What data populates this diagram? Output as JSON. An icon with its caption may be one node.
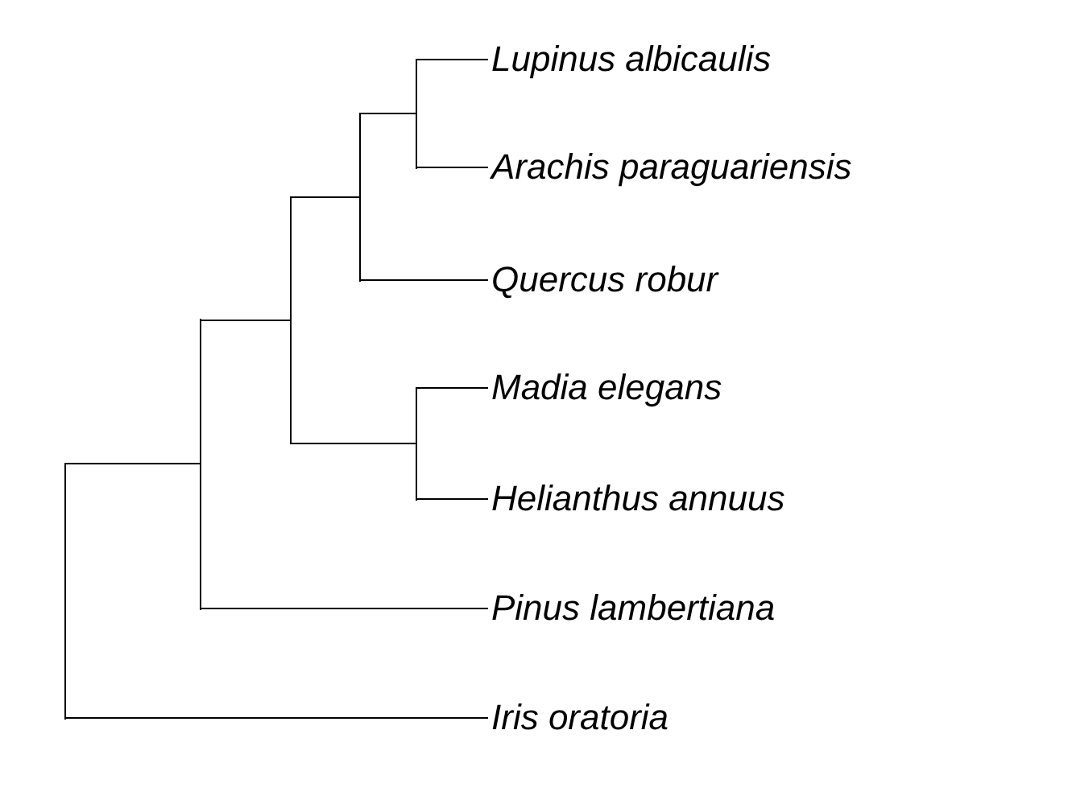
{
  "diagram": {
    "nodes": [
      {
        "text": [
          "Lupinus albicaulis"
        ]
      },
      {
        "text": [
          "Arachis paraguariensis"
        ]
      },
      {
        "text": [
          "Quercus robur"
        ]
      },
      {
        "text": [
          "Madia elegans"
        ]
      },
      {
        "text": [
          "Helianthus annuus"
        ]
      },
      {
        "text": [
          "Pinus lambertiana"
        ]
      },
      {
        "text": [
          "Iris oratoria"
        ]
      },
      {
        "text": [],
        "shape": "bar"
      },
      {
        "text": [],
        "shape": "bar"
      },
      {
        "text": [],
        "shape": "bar"
      },
      {
        "text": [],
        "shape": "bar"
      },
      {
        "text": [],
        "shape": "bar"
      },
      {
        "text": [],
        "shape": "bar"
      }
    ],
    "edges": [
      {
        "from": 7,
        "to": 8,
        "arrow": "none"
      },
      {
        "from": 7,
        "to": 6,
        "arrow": "none"
      },
      {
        "from": 8,
        "to": 9,
        "arrow": "none"
      },
      {
        "from": 8,
        "to": 5,
        "arrow": "none"
      },
      {
        "from": 9,
        "to": 10,
        "arrow": "none"
      },
      {
        "from": 9,
        "to": 12,
        "arrow": "none"
      },
      {
        "from": 10,
        "to": 11,
        "arrow": "none"
      },
      {
        "from": 10,
        "to": 2,
        "arrow": "none"
      },
      {
        "from": 11,
        "to": 0,
        "arrow": "none"
      },
      {
        "from": 11,
        "to": 1,
        "arrow": "none"
      },
      {
        "from": 12,
        "to": 3,
        "arrow": "none"
      },
      {
        "from": 12,
        "to": 4,
        "arrow": "none"
      }
    ]
  }
}
